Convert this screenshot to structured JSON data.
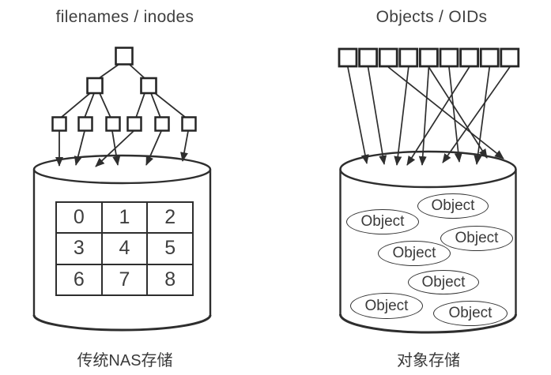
{
  "left_panel": {
    "title": "filenames / inodes",
    "caption": "传统NAS存储",
    "block_table": {
      "rows": [
        [
          "0",
          "1",
          "2"
        ],
        [
          "3",
          "4",
          "5"
        ],
        [
          "6",
          "7",
          "8"
        ]
      ]
    }
  },
  "right_panel": {
    "title": "Objects / OIDs",
    "caption": "对象存储",
    "objects": [
      "Object",
      "Object",
      "Object",
      "Object",
      "Object",
      "Object",
      "Object"
    ]
  },
  "colors": {
    "line": "#2e2e2e",
    "text": "#3e3e3e",
    "background": "#ffffff"
  }
}
